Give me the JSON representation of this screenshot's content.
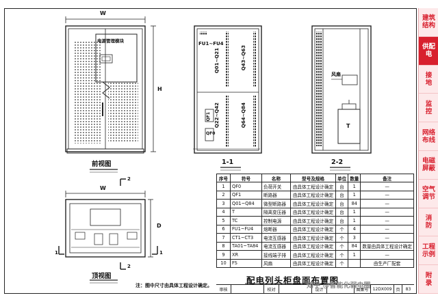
{
  "sidebar": {
    "items": [
      {
        "label": "建筑\n结构",
        "active": false
      },
      {
        "label": "供配\n电",
        "active": true
      },
      {
        "label": "接\n地",
        "active": false
      },
      {
        "label": "监\n控",
        "active": false
      },
      {
        "label": "网络\n布线",
        "active": false
      },
      {
        "label": "电磁\n屏蔽",
        "active": false
      },
      {
        "label": "空气\n调节",
        "active": false
      },
      {
        "label": "消\n防",
        "active": false
      },
      {
        "label": "工程\n示例",
        "active": false
      },
      {
        "label": "附\n录",
        "active": false
      }
    ]
  },
  "views": {
    "front_label": "前视图",
    "top_label": "顶视图",
    "section_11": "1-1",
    "section_22": "2-2",
    "dim_w": "W",
    "dim_h": "H",
    "dim_d": "D",
    "mark_1": "1",
    "mark_2": "2",
    "panel_text": "电源管理模块",
    "fu": "FU1~FU4",
    "q01": "Q01~Q21",
    "q43": "Q43~Q63",
    "q22": "Q22~Q42",
    "q64": "Q64~Q84",
    "qf1": "QF1",
    "qf0": "QF0",
    "fan": "风扇",
    "t": "T"
  },
  "table": {
    "headers": [
      "序号",
      "符号",
      "名称",
      "型号及规格",
      "单位",
      "数量",
      "备注"
    ],
    "rows": [
      [
        "1",
        "QF0",
        "负荷开关",
        "由具体工程设计确定",
        "台",
        "1",
        "—"
      ],
      [
        "2",
        "QF1",
        "断路器",
        "由具体工程设计确定",
        "台",
        "1",
        "—"
      ],
      [
        "3",
        "Q01~Q84",
        "微型断路器",
        "由具体工程设计确定",
        "台",
        "84",
        "—"
      ],
      [
        "4",
        "T",
        "隔离变压器",
        "由具体工程设计确定",
        "台",
        "1",
        "—"
      ],
      [
        "5",
        "TC",
        "控制电源",
        "由具体工程设计确定",
        "台",
        "1",
        "—"
      ],
      [
        "6",
        "FU1~FU4",
        "熔断器",
        "由具体工程设计确定",
        "个",
        "4",
        "—"
      ],
      [
        "7",
        "CT1~CT3",
        "电流互感器",
        "由具体工程设计确定",
        "个",
        "3",
        "—"
      ],
      [
        "8",
        "TA01~TA84",
        "电流互感器",
        "由具体工程设计确定",
        "个",
        "84",
        "数量由具体工程设计确定"
      ],
      [
        "9",
        "XR",
        "接线端子排",
        "由具体工程设计确定",
        "个",
        "1",
        "—"
      ],
      [
        "10",
        "FS",
        "风扇",
        "由具体工程设计确定",
        "个",
        "",
        "由生产厂配套"
      ]
    ]
  },
  "title": "配电列头柜盘面布置图",
  "note": "注：图中尺寸由具体工程设计确定。",
  "title_block": {
    "review": "审核",
    "check": "校对",
    "design": "设计",
    "atlas": "图集号",
    "atlas_no": "12DX009",
    "page": "页",
    "page_no": "83"
  },
  "watermark": "知乎 @智能化弱电圈"
}
